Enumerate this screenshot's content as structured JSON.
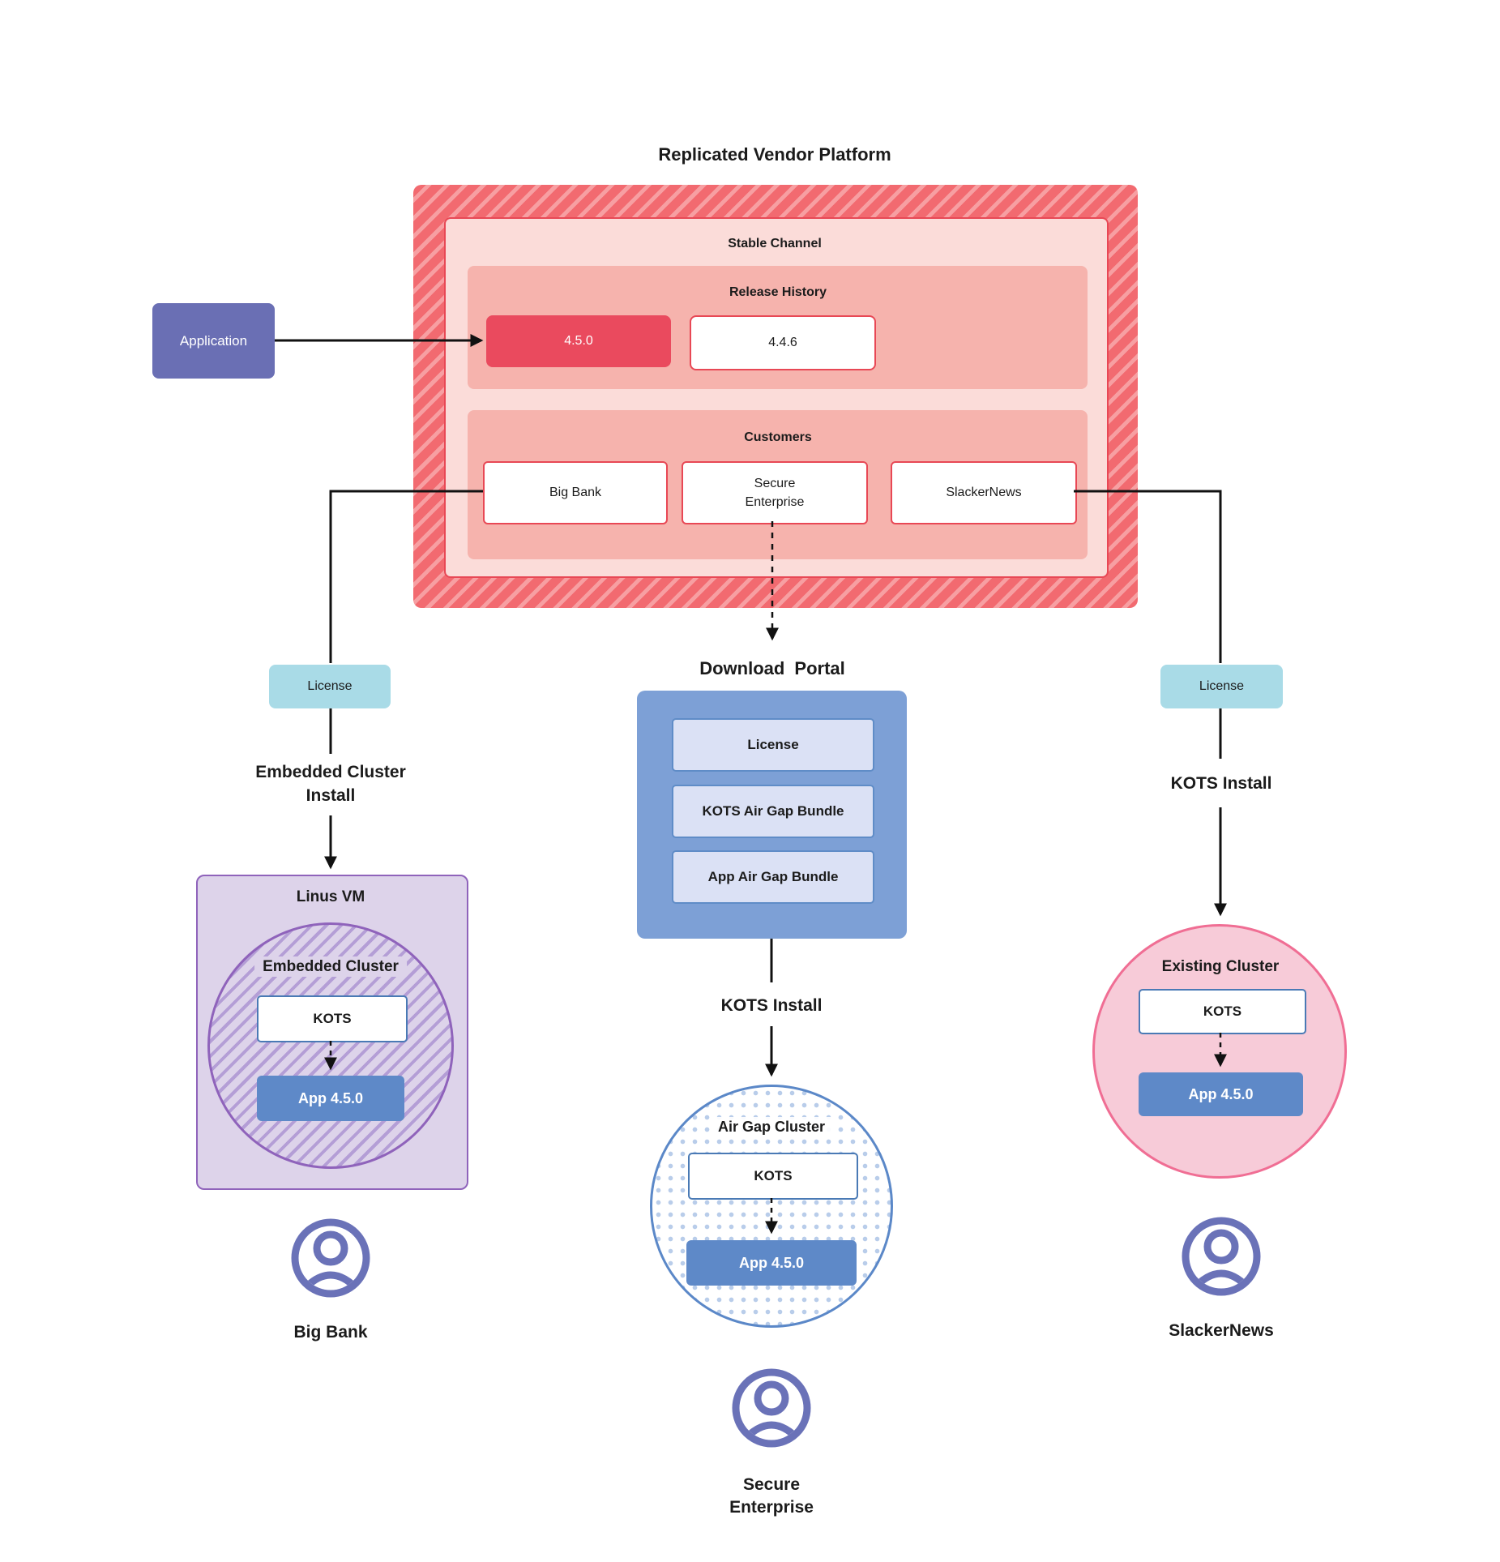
{
  "diagram_title": "Replicated Vendor Platform",
  "platform": {
    "channel_label": "Stable Channel",
    "release_history": {
      "label": "Release History",
      "releases": [
        {
          "version": "4.5.0",
          "state": "current"
        },
        {
          "version": "4.4.6",
          "state": "previous"
        }
      ]
    },
    "customers": {
      "label": "Customers",
      "items": [
        {
          "name": "Big Bank"
        },
        {
          "name": "Secure Enterprise"
        },
        {
          "name": "SlackerNews"
        }
      ]
    }
  },
  "application": {
    "label": "Application"
  },
  "download_portal": {
    "title": "Download Portal",
    "items": [
      {
        "label": "License"
      },
      {
        "label": "KOTS Air Gap Bundle"
      },
      {
        "label": "App Air Gap Bundle"
      }
    ]
  },
  "left_branch": {
    "license_label": "License",
    "install_label": "Embedded Cluster Install",
    "vm_title": "Linus VM",
    "cluster_title": "Embedded Cluster",
    "kots_label": "KOTS",
    "app_label": "App 4.5.0",
    "customer_name": "Big Bank"
  },
  "center_branch": {
    "install_label": "KOTS Install",
    "cluster_title": "Air Gap Cluster",
    "kots_label": "KOTS",
    "app_label": "App 4.5.0",
    "customer_name": "Secure Enterprise"
  },
  "right_branch": {
    "license_label": "License",
    "install_label": "KOTS Install",
    "cluster_title": "Existing Cluster",
    "kots_label": "KOTS",
    "app_label": "App 4.5.0",
    "customer_name": "SlackerNews"
  },
  "colors": {
    "platform_hatch_base": "#f26a70",
    "platform_hatch_stripe": "#f79fa2",
    "channel_fill": "#fbdcd9",
    "section_fill": "#f6b3ad",
    "red_border": "#e84855",
    "current_release_fill": "#ea4a5e",
    "application_fill": "#6a6fb4",
    "license_fill": "#a9dbe7",
    "portal_fill": "#7da0d6",
    "portal_item_fill": "#dbe1f5",
    "portal_item_border": "#5f8cc7",
    "vm_fill": "#ddd3ea",
    "vm_border": "#8f63bb",
    "app_box_fill": "#5e89c8",
    "kots_border": "#4a7ab5",
    "airgap_border": "#5b88c8",
    "airgap_dot": "#b9cdea",
    "existing_fill": "#f7cbd8",
    "existing_border": "#f06e94",
    "person_icon": "#6a72b8",
    "connector": "#111111"
  }
}
